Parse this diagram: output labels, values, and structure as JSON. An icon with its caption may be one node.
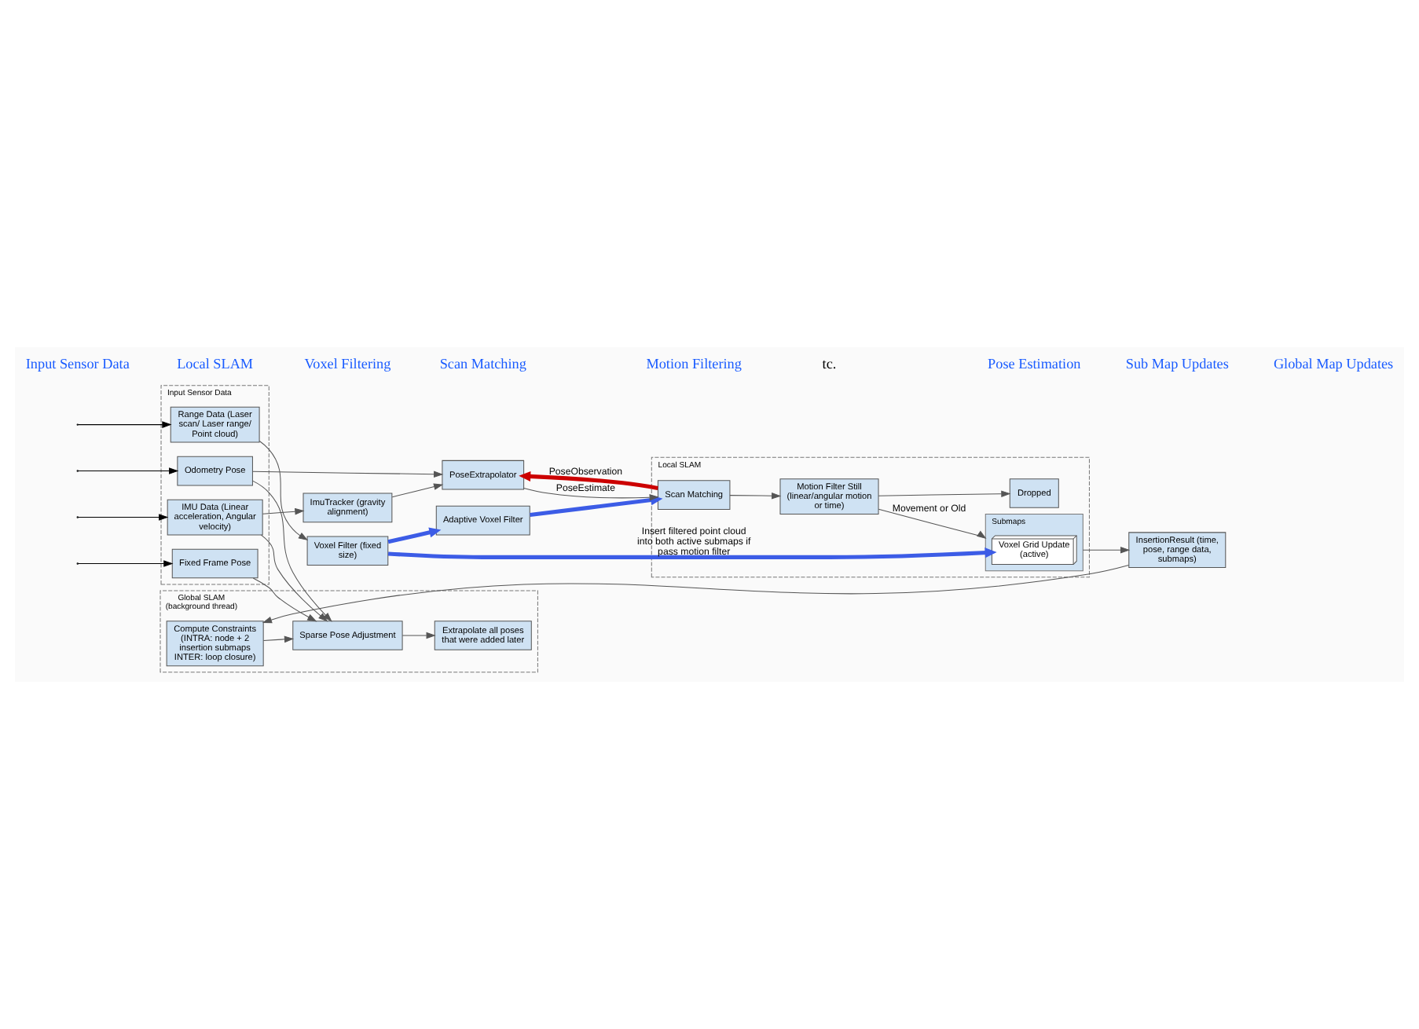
{
  "diagram": {
    "nodes": [
      {
        "text": [
          "Input Sensor Data"
        ]
      },
      {
        "text": [
          "Range Data (Laser scan/ Laser range/ Point cloud)"
        ],
        "in": 0
      },
      {
        "text": [
          "Odometry Pose"
        ],
        "in": 0
      },
      {
        "text": [
          "IMU Data (Linear acceleration, Angular velocity)"
        ],
        "in": 0
      },
      {
        "text": [
          "Fixed Frame Pose"
        ],
        "in": 0
      },
      {
        "text": [
          "Voxel Filter (fixed size)"
        ]
      },
      {
        "text": [
          "Adaptive Voxel Filter"
        ]
      },
      {
        "text": [
          "PoseExtrapolator"
        ]
      },
      {
        "text": [
          "ImuTracker (gravity alignment)"
        ]
      },
      {
        "text": [
          "Local SLAM"
        ]
      },
      {
        "text": [
          "Scan Matching"
        ],
        "in": 9
      },
      {
        "text": [
          "Motion Filter Still (linear/angular motion or time)"
        ],
        "in": 9
      },
      {
        "text": [
          "Dropped"
        ],
        "in": 9
      },
      {
        "text": [
          "Submaps"
        ],
        "in": 9
      },
      {
        "text": [
          "Voxel Grid Update (active)"
        ],
        "in": 13
      },
      {
        "text": [
          "Global SLAM (background thread)"
        ]
      },
      {
        "text": [
          "Compute Constraints (INTRA: node + 2 insertion submaps INTER: loop closure)"
        ],
        "in": 15
      },
      {
        "text": [
          "Sparse Pose Adjustment"
        ],
        "in": 15
      },
      {
        "text": [
          "Extrapolate all poses that were added later"
        ],
        "in": 15
      },
      {
        "text": [
          "InsertionResult (time, pose, range data, submaps)"
        ]
      }
    ],
    "edges": [
      {
        "from": null,
        "to": 1,
        "arrow": "to"
      },
      {
        "from": null,
        "to": 2,
        "arrow": "to"
      },
      {
        "from": null,
        "to": 3,
        "arrow": "to"
      },
      {
        "from": null,
        "to": 4,
        "arrow": "to"
      },
      {
        "from": 1,
        "to": 5,
        "arrow": "to"
      },
      {
        "from": 5,
        "to": 6,
        "arrow": "to",
        "style": "thick",
        "color": "#3c5ce6"
      },
      {
        "from": 6,
        "to": 10,
        "arrow": "to",
        "style": "thick",
        "color": "#3c5ce6"
      },
      {
        "from": 7,
        "to": 10,
        "arrow": "to",
        "label": "PoseEstimate"
      },
      {
        "from": 10,
        "to": 7,
        "arrow": "to",
        "label": "PoseObservation",
        "style": "thick",
        "color": "#cc0000"
      },
      {
        "from": 5,
        "to": 14,
        "arrow": "to",
        "label": "Insert filtered point cloud into both active submaps if pass motion filter",
        "style": "thick",
        "color": "#3c5ce6"
      },
      {
        "from": 2,
        "to": 7,
        "arrow": "to"
      },
      {
        "from": 3,
        "to": 8,
        "arrow": "to"
      },
      {
        "from": 8,
        "to": 7,
        "arrow": "to"
      },
      {
        "from": 10,
        "to": 11,
        "arrow": "to"
      },
      {
        "from": 11,
        "to": 12,
        "arrow": "to"
      },
      {
        "from": 11,
        "to": 13,
        "arrow": "to",
        "label": "Movement or Old"
      },
      {
        "from": 13,
        "to": 19,
        "arrow": "to"
      },
      {
        "from": 19,
        "to": 16,
        "arrow": "to"
      },
      {
        "from": 16,
        "to": 17,
        "arrow": "to"
      },
      {
        "from": 17,
        "to": 18,
        "arrow": "to"
      },
      {
        "from": 2,
        "to": 17,
        "arrow": "to"
      },
      {
        "from": 3,
        "to": 17,
        "arrow": "to"
      },
      {
        "from": 4,
        "to": 17,
        "arrow": "to"
      }
    ],
    "labels": [
      "Input Sensor Data",
      "Local SLAM",
      "Voxel Filtering",
      "Scan Matching",
      "Motion Filtering",
      "tc.",
      "Pose Estimation",
      "Sub Map Updates",
      "Global Map Updates"
    ]
  }
}
